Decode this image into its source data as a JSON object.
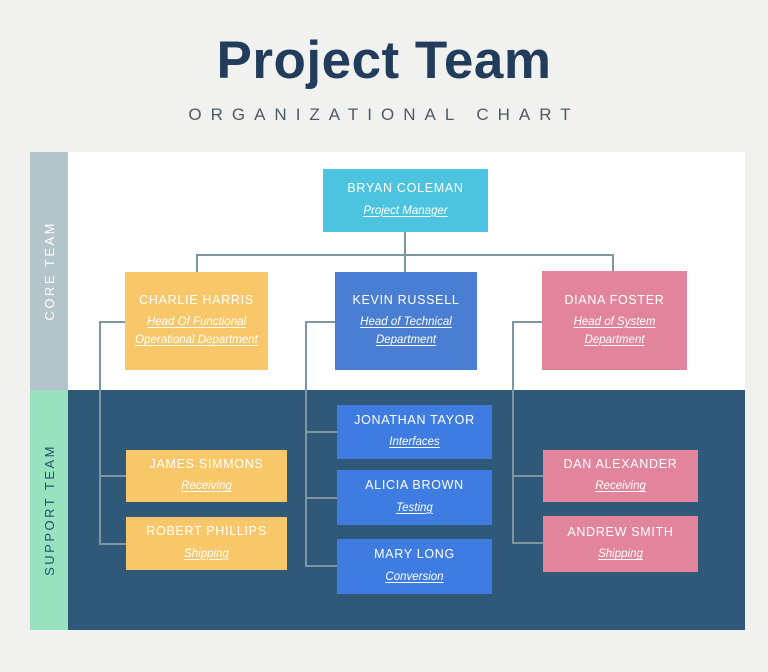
{
  "header": {
    "title": "Project Team",
    "subtitle": "ORGANIZATIONAL CHART"
  },
  "sections": {
    "core": {
      "label": "CORE TEAM"
    },
    "support": {
      "label": "SUPPORT TEAM"
    }
  },
  "nodes": {
    "bryan": {
      "name": "BRYAN COLEMAN",
      "role": "Project Manager"
    },
    "charlie": {
      "name": "CHARLIE HARRIS",
      "role": "Head Of Functional Operational Department"
    },
    "kevin": {
      "name": "KEVIN RUSSELL",
      "role": "Head of Technical Department"
    },
    "diana": {
      "name": "DIANA FOSTER",
      "role": "Head of System Department"
    },
    "jonathan": {
      "name": "JONATHAN TAYOR",
      "role": "Interfaces"
    },
    "alicia": {
      "name": "ALICIA BROWN",
      "role": "Testing"
    },
    "mary": {
      "name": "MARY LONG",
      "role": "Conversion"
    },
    "james": {
      "name": "JAMES SIMMONS",
      "role": "Receiving"
    },
    "robert": {
      "name": "ROBERT PHILLIPS",
      "role": "Shipping"
    },
    "dan": {
      "name": "DAN ALEXANDER",
      "role": "Receiving"
    },
    "andrew": {
      "name": "ANDREW SMITH",
      "role": "Shipping"
    }
  },
  "colors": {
    "page_background": "#f1f1ef",
    "title_text": "#223c5c",
    "subtitle_text": "#4f5b64",
    "core_strip": "#b4c4cb",
    "support_strip": "#98e2c0",
    "support_panel": "#305878",
    "manager_box": "#4cc4e0",
    "yellow_box": "#f8c76a",
    "core_blue_box": "#4a7ed2",
    "support_blue_box": "#3e7ce2",
    "pink_box": "#e2859c",
    "connector_line": "#7e95a2"
  }
}
